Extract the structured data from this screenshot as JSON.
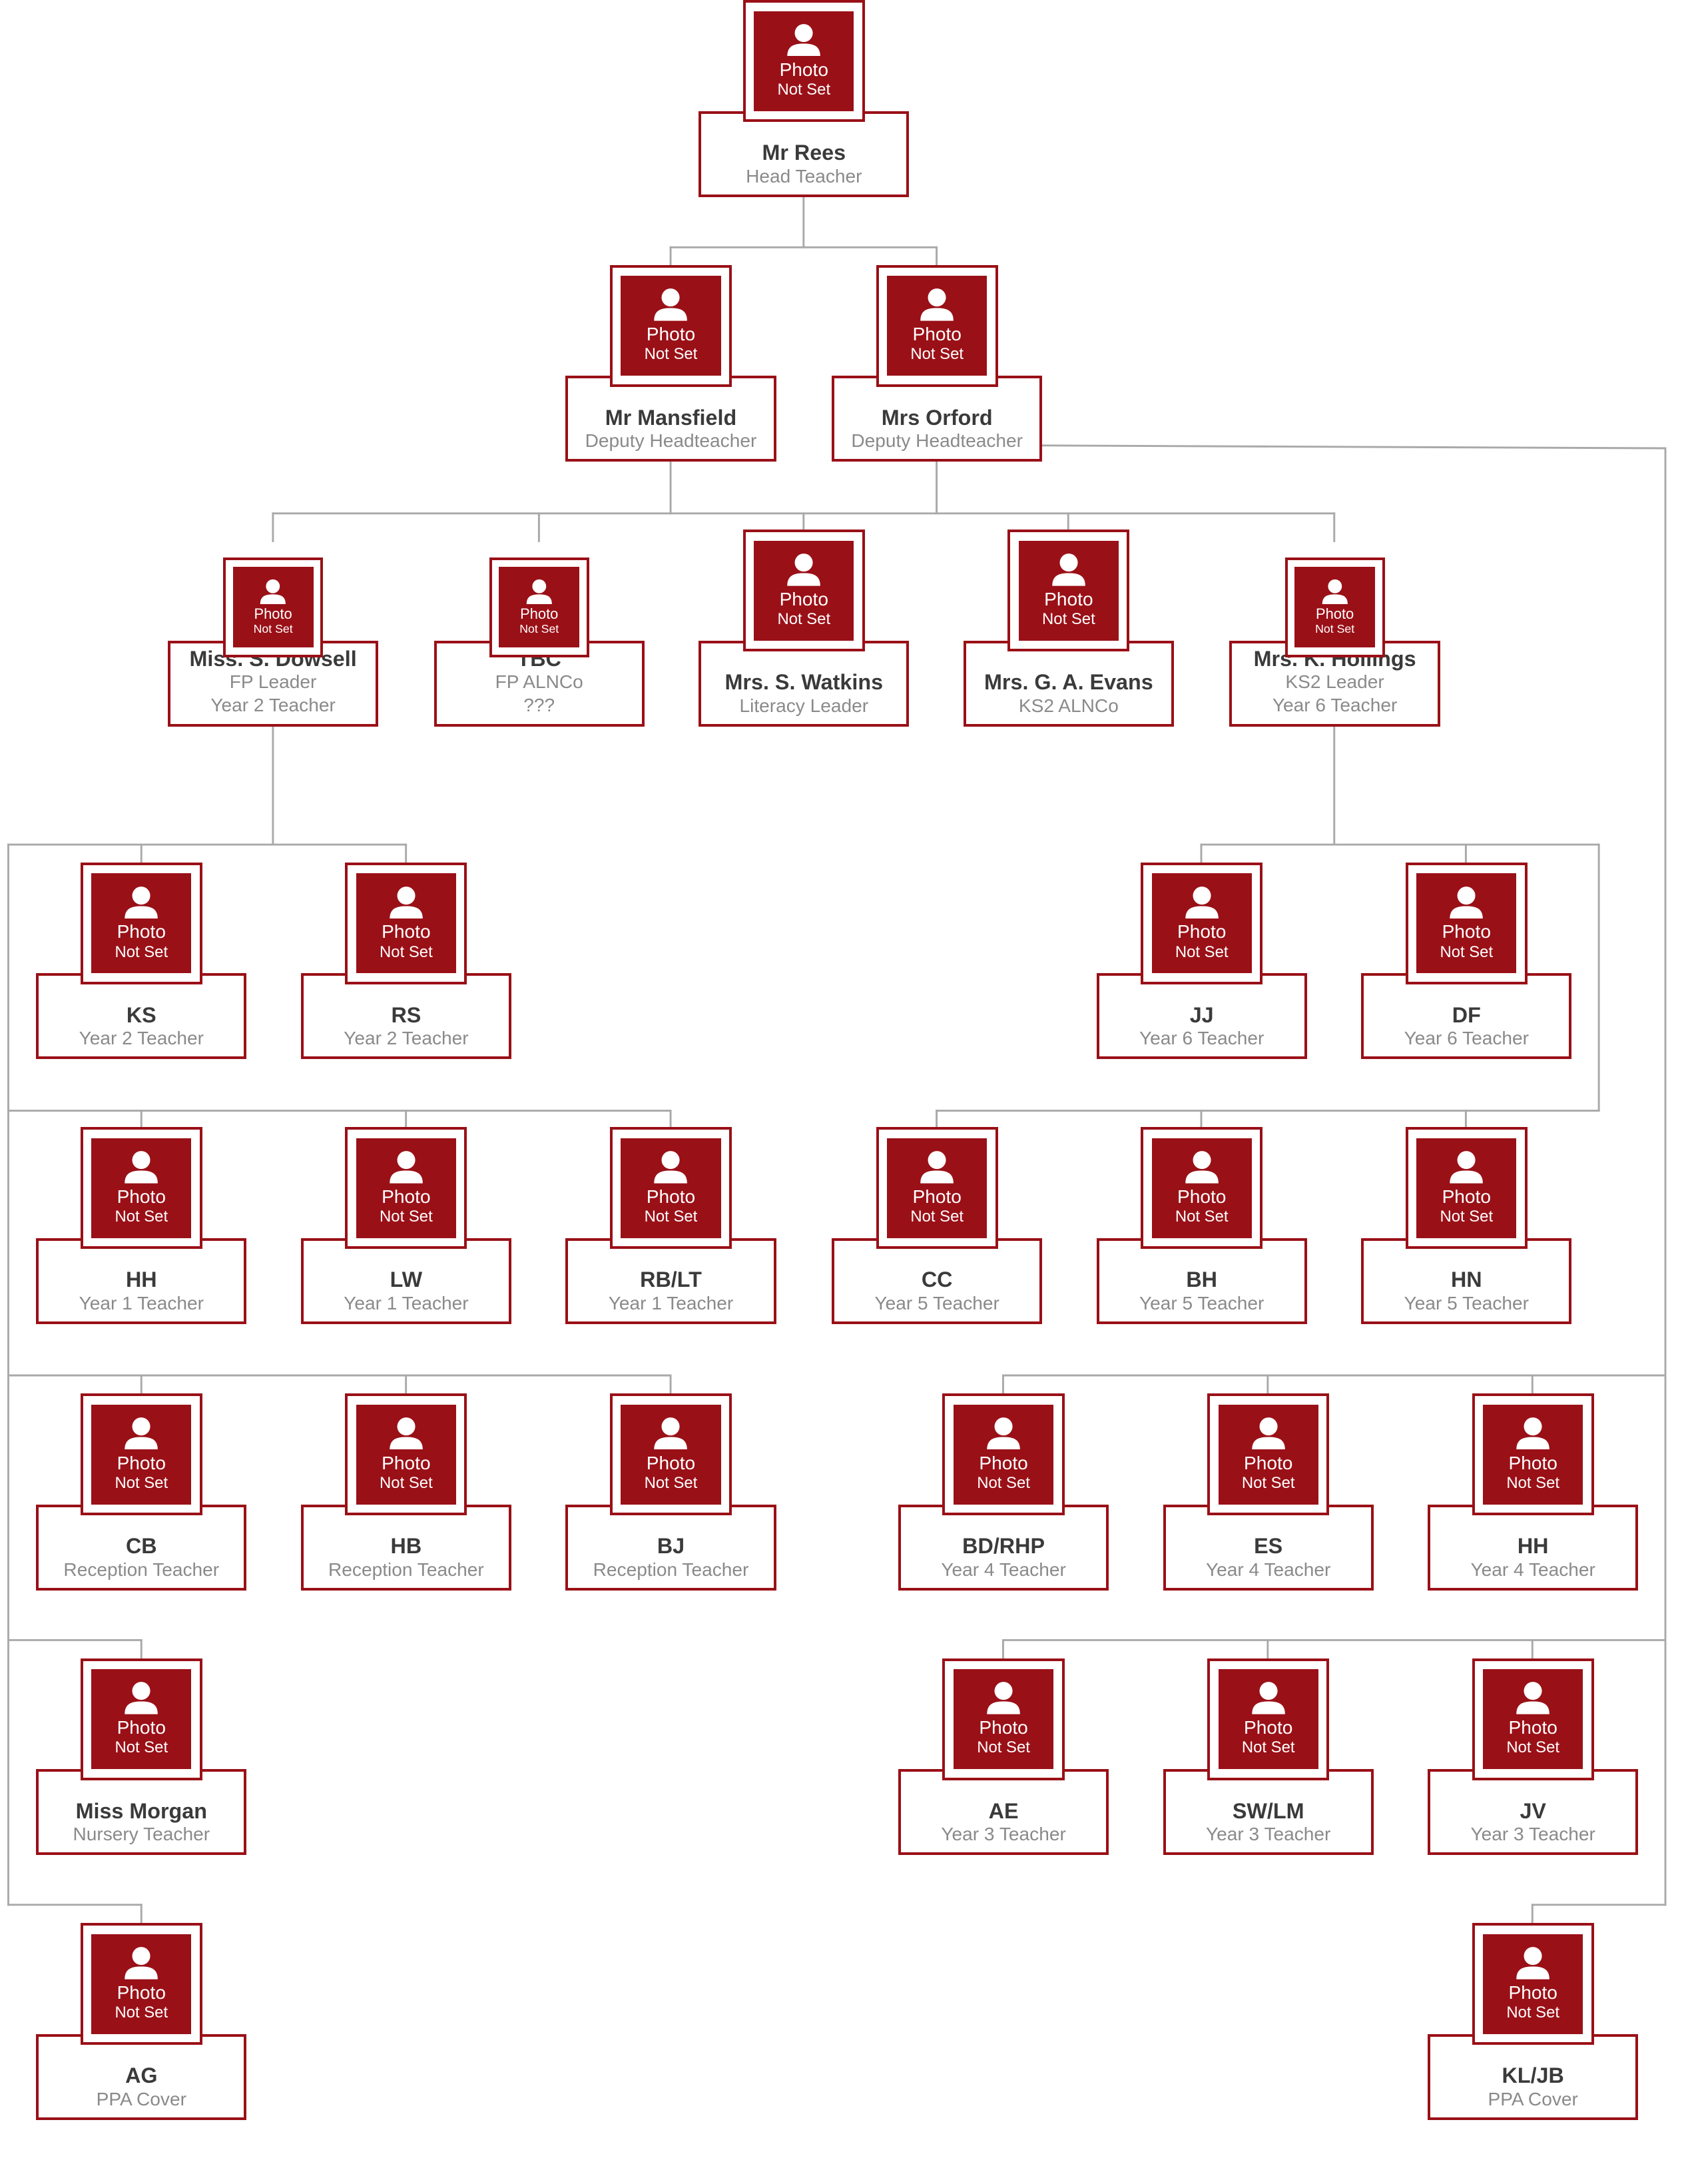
{
  "photo_placeholder": {
    "line1": "Photo",
    "line2": "Not Set"
  },
  "colors": {
    "accent": "#9a1017",
    "connector": "#a9a9a9",
    "name": "#3a3a3a",
    "role": "#8a8a8a"
  },
  "nodes": {
    "rees": {
      "name": "Mr Rees",
      "roles": [
        "Head Teacher"
      ]
    },
    "mansfield": {
      "name": "Mr Mansfield",
      "roles": [
        "Deputy Headteacher"
      ]
    },
    "orford": {
      "name": "Mrs Orford",
      "roles": [
        "Deputy Headteacher"
      ]
    },
    "dowsell": {
      "name": "Miss. S. Dowsell",
      "roles": [
        "FP Leader",
        "Year 2 Teacher"
      ]
    },
    "tbc": {
      "name": "TBC",
      "roles": [
        "FP ALNCo",
        "???"
      ]
    },
    "watkins": {
      "name": "Mrs. S. Watkins",
      "roles": [
        "Literacy Leader"
      ]
    },
    "evans": {
      "name": "Mrs. G. A. Evans",
      "roles": [
        "KS2 ALNCo"
      ]
    },
    "hollings": {
      "name": "Mrs. K. Hollings",
      "roles": [
        "KS2 Leader",
        "Year 6 Teacher"
      ]
    },
    "ks": {
      "name": "KS",
      "roles": [
        "Year 2 Teacher"
      ]
    },
    "rs": {
      "name": "RS",
      "roles": [
        "Year 2 Teacher"
      ]
    },
    "jj": {
      "name": "JJ",
      "roles": [
        "Year 6 Teacher"
      ]
    },
    "df": {
      "name": "DF",
      "roles": [
        "Year 6 Teacher"
      ]
    },
    "hh1": {
      "name": "HH",
      "roles": [
        "Year 1 Teacher"
      ]
    },
    "lw": {
      "name": "LW",
      "roles": [
        "Year 1 Teacher"
      ]
    },
    "rblt": {
      "name": "RB/LT",
      "roles": [
        "Year 1 Teacher"
      ]
    },
    "cc": {
      "name": "CC",
      "roles": [
        "Year 5 Teacher"
      ]
    },
    "bh": {
      "name": "BH",
      "roles": [
        "Year 5 Teacher"
      ]
    },
    "hn": {
      "name": "HN",
      "roles": [
        "Year 5 Teacher"
      ]
    },
    "cb": {
      "name": "CB",
      "roles": [
        "Reception Teacher"
      ]
    },
    "hb": {
      "name": "HB",
      "roles": [
        "Reception Teacher"
      ]
    },
    "bj": {
      "name": "BJ",
      "roles": [
        "Reception Teacher"
      ]
    },
    "bdrhp": {
      "name": "BD/RHP",
      "roles": [
        "Year 4 Teacher"
      ]
    },
    "es": {
      "name": "ES",
      "roles": [
        "Year 4 Teacher"
      ]
    },
    "hh4": {
      "name": "HH",
      "roles": [
        "Year 4 Teacher"
      ]
    },
    "morgan": {
      "name": "Miss Morgan",
      "roles": [
        "Nursery Teacher"
      ]
    },
    "ae": {
      "name": "AE",
      "roles": [
        "Year 3 Teacher"
      ]
    },
    "swlm": {
      "name": "SW/LM",
      "roles": [
        "Year 3 Teacher"
      ]
    },
    "jv": {
      "name": "JV",
      "roles": [
        "Year 3 Teacher"
      ]
    },
    "ag": {
      "name": "AG",
      "roles": [
        "PPA Cover"
      ]
    },
    "kljb": {
      "name": "KL/JB",
      "roles": [
        "PPA Cover"
      ]
    }
  }
}
